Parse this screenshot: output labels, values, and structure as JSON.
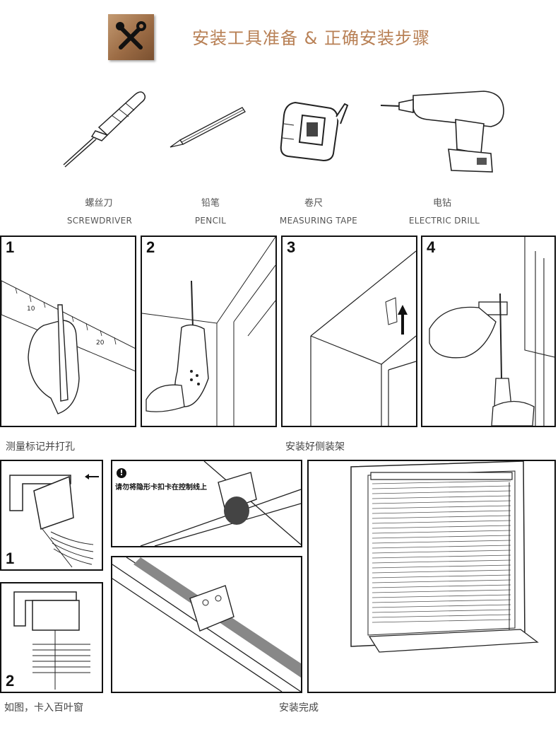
{
  "header": {
    "title": "安装工具准备 & 正确安装步骤",
    "logo_icon": "tools-icon"
  },
  "tools": [
    {
      "zh": "螺丝刀",
      "en": "SCREWDRIVER",
      "icon": "screwdriver-icon"
    },
    {
      "zh": "铅笔",
      "en": "PENCIL",
      "icon": "pencil-icon"
    },
    {
      "zh": "卷尺",
      "en": "MEASURING TAPE",
      "icon": "tape-measure-icon"
    },
    {
      "zh": "电钻",
      "en": "ELECTRIC DRILL",
      "icon": "drill-icon"
    }
  ],
  "steps": [
    {
      "num": "1"
    },
    {
      "num": "2"
    },
    {
      "num": "3"
    },
    {
      "num": "4"
    }
  ],
  "captions": {
    "measure": "测量标记并打孔",
    "install_bracket": "安装好侧装架",
    "clip_in": "如图，卡入百叶窗",
    "done": "安装完成"
  },
  "clip_panels": {
    "num_1": "1",
    "num_2": "2",
    "warning": "请勿将隐形卡扣卡在控制线上",
    "warning_icon": "!"
  },
  "colors": {
    "accent": "#b88055",
    "logo": "#9c6c45"
  }
}
